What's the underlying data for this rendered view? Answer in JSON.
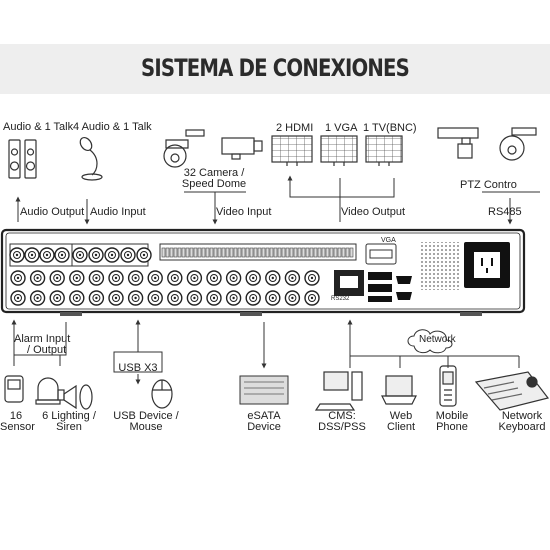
{
  "title": "SISTEMA DE CONEXIONES",
  "top_labels": {
    "audio_talk_1": "Audio  & 1 Talk",
    "audio_talk_4": "4 Audio & 1 Talk",
    "audio_output": "Audio  Output",
    "audio_input": "Audio  Input",
    "camera_line1": "32 Camera /",
    "camera_line2": "Speed Dome",
    "video_input": "Video Input",
    "hdmi": "2  HDMI",
    "vga": "1 VGA",
    "tv_bnc": "1 TV(BNC)",
    "video_output": "Video Output",
    "ptz_control": "PTZ Contro",
    "rs485": "RS485"
  },
  "panel_labels": {
    "vga_port": "VGA",
    "rs232": "RS232"
  },
  "bottom_labels": {
    "alarm_line1": "Alarm Input",
    "alarm_line2": "/ Output",
    "usb_x3": "USB X3",
    "network": "Network",
    "sensor_line1": "16",
    "sensor_line2": "Sensor",
    "lighting_line1": "6 Lighting /",
    "lighting_line2": "Siren",
    "usb_device_line1": "USB Device /",
    "usb_device_line2": "Mouse",
    "esata_line1": "eSATA",
    "esata_line2": "Device",
    "cms_line1": "CMS:",
    "cms_line2": "DSS/PSS",
    "web_line1": "Web",
    "web_line2": "Client",
    "mobile_line1": "Mobile",
    "mobile_line2": "Phone",
    "keyboard_line1": "Network",
    "keyboard_line2": "Keyboard"
  },
  "icons": [
    "speaker-icon",
    "microphone-icon",
    "dome-camera-icon",
    "box-camera-icon",
    "monitor-icon",
    "ptz-camera-icon",
    "sensor-icon",
    "siren-light-icon",
    "horn-icon",
    "mouse-icon",
    "esata-device-icon",
    "computer-icon",
    "laptop-icon",
    "mobile-phone-icon",
    "network-keyboard-icon",
    "network-cloud-icon"
  ]
}
